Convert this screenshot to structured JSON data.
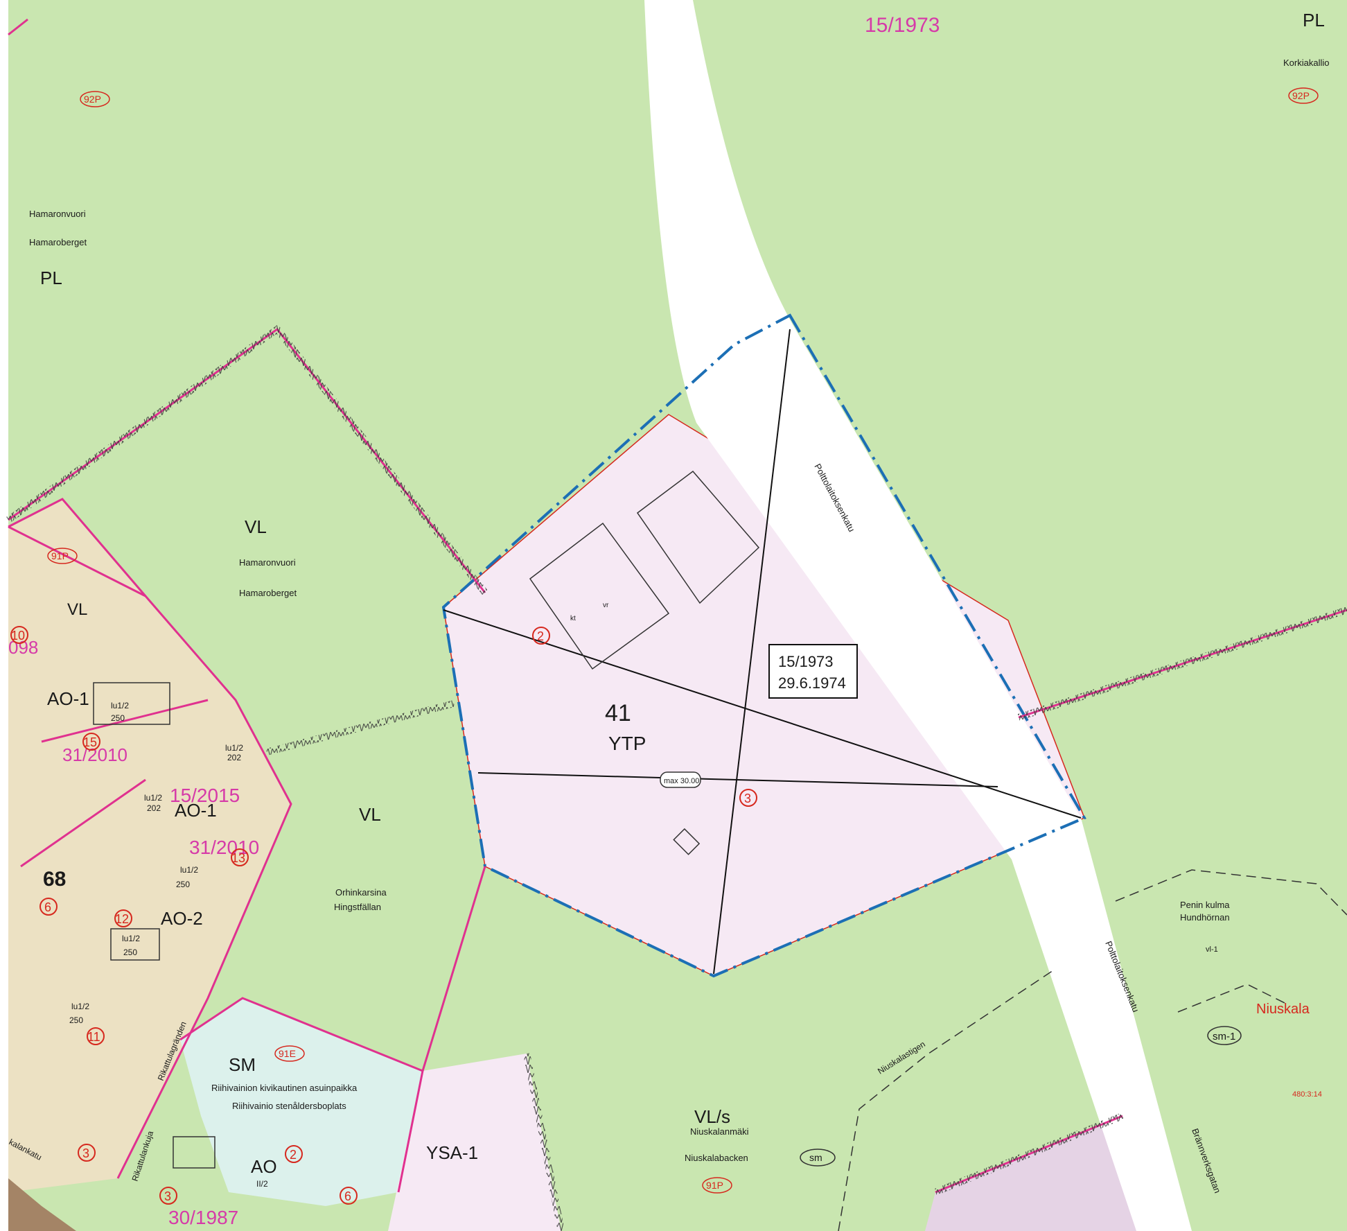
{
  "colors": {
    "park": "#c9e6b0",
    "residential": "#ece1c3",
    "public": "#f6e9f4",
    "special": "#dcf1ec",
    "road": "#ffffff",
    "boundary": "#e0318f",
    "plan_area": "#1c6fb5",
    "red": "#d6281e"
  },
  "plan_box": {
    "number": "15/1973",
    "date": "29.6.1974"
  },
  "zones": {
    "ytp": {
      "number": "41",
      "code": "YTP",
      "height": "max 30.00"
    },
    "vl_north": {
      "code": "VL",
      "name_fi": "Hamaronvuori",
      "name_sv": "Hamaroberget",
      "ref": "91P"
    },
    "vl_small": {
      "code": "VL"
    },
    "vl_center": {
      "code": "VL",
      "name_fi": "Orhinkarsina",
      "name_sv": "Hingstfällan"
    },
    "vls": {
      "code": "VL/s",
      "name_fi": "Niuskalanmäki",
      "name_sv": "Niuskalabacken",
      "ref": "91P",
      "marker": "sm"
    },
    "sm": {
      "code": "SM",
      "ref": "91E",
      "name_fi": "Riihivainion kivikautinen asuinpaikka",
      "name_sv": "Riihivainio stenåldersboplats"
    },
    "ysa": {
      "code": "YSA-1"
    },
    "ao1_a": {
      "code": "AO-1",
      "efficiency": "lu1/2",
      "area": "250"
    },
    "ao1_b": {
      "code": "AO-1"
    },
    "ao2": {
      "code": "AO-2"
    },
    "ao": {
      "code": "AO",
      "efficiency": "II/2"
    },
    "block68": {
      "number": "68"
    },
    "pl_west": {
      "code": "PL",
      "name_fi": "Hamaronvuori",
      "name_sv": "Hamaroberget",
      "ref": "92P"
    },
    "pl_east": {
      "code": "PL",
      "name": "Korkiakallio",
      "ref": "92P"
    },
    "penin": {
      "name_fi": "Penin kulma",
      "name_sv": "Hundhörnan",
      "code": "vl-1",
      "marker": "sm-1",
      "place": "Niuskala",
      "parcel": "480:3:14"
    }
  },
  "plan_labels": [
    "15/1973",
    "31/2010",
    "15/2015",
    "31/2010",
    "30/1987",
    "098"
  ],
  "roads": {
    "polttolaitoksenkatu_n": "Polttolaitoksenkatu",
    "polttolaitoksenkatu_s": "Polttolaitoksenkatu",
    "branverksgatan": "Brännverksgatan",
    "niuskalastigen": "Niuskalastigen",
    "rikattulagranden": "Rikattulagränden",
    "rikattulankuja": "Rikattulankuja",
    "kalankatu": "kalankatu"
  },
  "circled_numbers": [
    "2",
    "3",
    "10",
    "15",
    "13",
    "6",
    "12",
    "11",
    "3",
    "2",
    "6",
    "3"
  ],
  "small_labels": [
    "lu1/2",
    "202",
    "lu1/2",
    "202",
    "lu1/2",
    "250",
    "lu1/2",
    "250",
    "lu1/2",
    "250",
    "kt",
    "vr"
  ]
}
